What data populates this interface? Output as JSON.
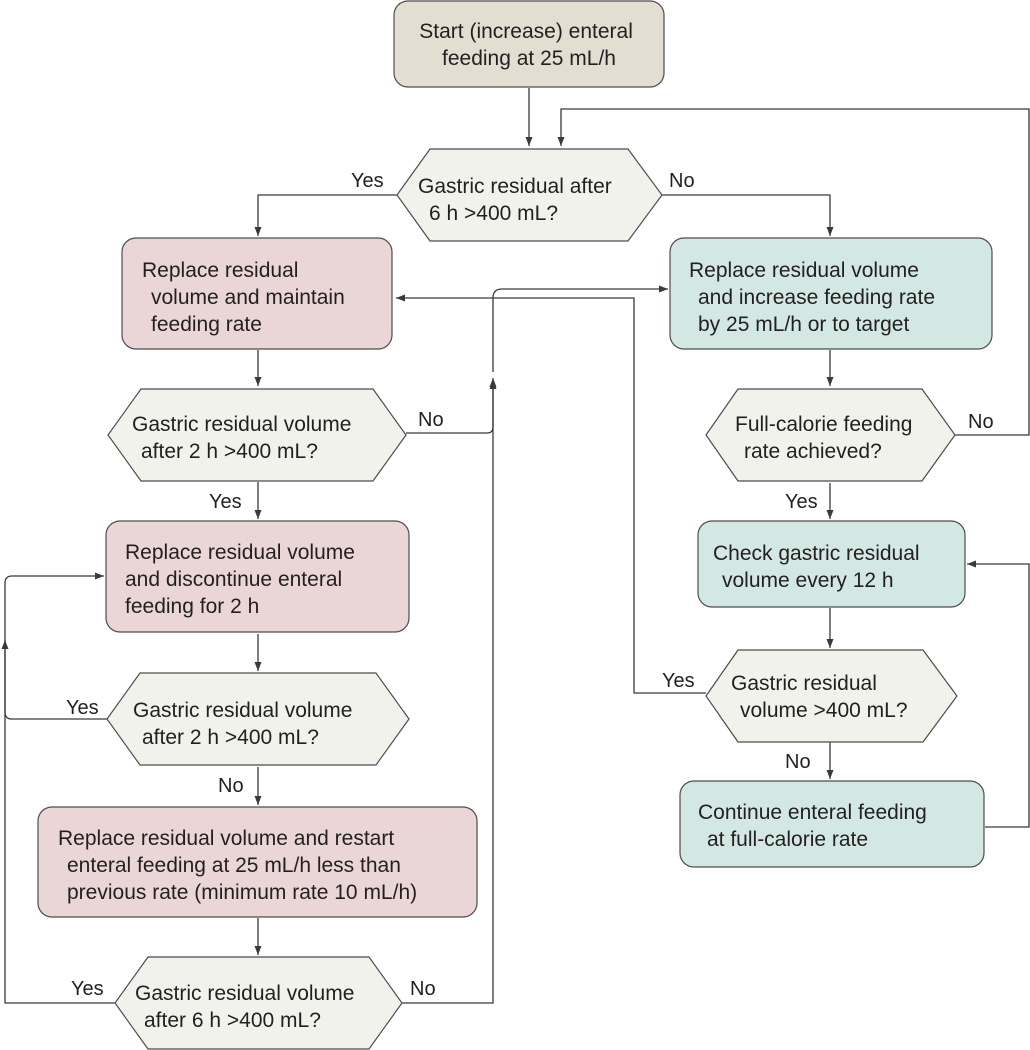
{
  "colors": {
    "start": "#e2dfd2",
    "pink": "#ead6d6",
    "teal": "#d3e8e3",
    "decision": "#f2f2ed",
    "line": "#3a3a3a",
    "text": "#231f20"
  },
  "nodes": {
    "start": {
      "lines": [
        "Start (increase) enteral",
        "feeding at 25 mL/h"
      ]
    },
    "d_6h_initial": {
      "lines": [
        "Gastric residual after",
        "6 h >400 mL?"
      ]
    },
    "replace_maintain": {
      "lines": [
        "Replace residual",
        "volume and maintain",
        "feeding rate"
      ]
    },
    "replace_increase": {
      "lines": [
        "Replace residual volume",
        "and increase feeding rate",
        "by 25 mL/h or to target"
      ]
    },
    "d_2h_first": {
      "lines": [
        "Gastric residual volume",
        "after 2 h >400 mL?"
      ]
    },
    "d_full_calorie": {
      "lines": [
        "Full-calorie feeding",
        "rate achieved?"
      ]
    },
    "replace_discontinue": {
      "lines": [
        "Replace residual volume",
        "and discontinue enteral",
        "feeding for 2 h"
      ]
    },
    "check_12h": {
      "lines": [
        "Check gastric residual",
        "volume every 12 h"
      ]
    },
    "d_2h_second": {
      "lines": [
        "Gastric residual volume",
        "after 2 h >400 mL?"
      ]
    },
    "d_400_check": {
      "lines": [
        "Gastric residual",
        "volume >400 mL?"
      ]
    },
    "replace_restart": {
      "lines": [
        "Replace residual volume and restart",
        "enteral feeding at 25 mL/h less than",
        "previous rate (minimum rate 10 mL/h)"
      ]
    },
    "continue_full": {
      "lines": [
        "Continue enteral feeding",
        "at full-calorie rate"
      ]
    },
    "d_6h_final": {
      "lines": [
        "Gastric residual volume",
        "after 6 h >400 mL?"
      ]
    }
  },
  "edge_labels": {
    "d1_yes": "Yes",
    "d1_no": "No",
    "d2_no": "No",
    "d2_yes": "Yes",
    "d3_no": "No",
    "d3_yes": "Yes",
    "d4_yes": "Yes",
    "d4_no": "No",
    "d5_yes": "Yes",
    "d5_no": "No",
    "d6_yes": "Yes",
    "d6_no": "No"
  }
}
